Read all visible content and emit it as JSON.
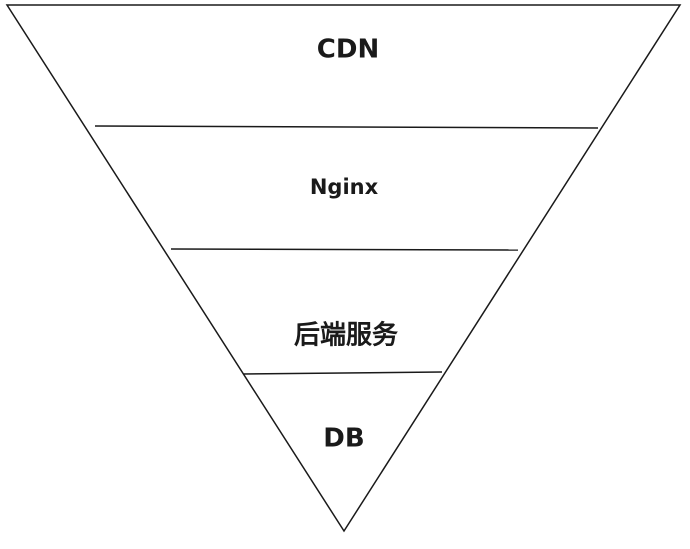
{
  "layers": [
    {
      "label": "CDN"
    },
    {
      "label": "Nginx"
    },
    {
      "label": "后端服务"
    },
    {
      "label": "DB"
    }
  ]
}
